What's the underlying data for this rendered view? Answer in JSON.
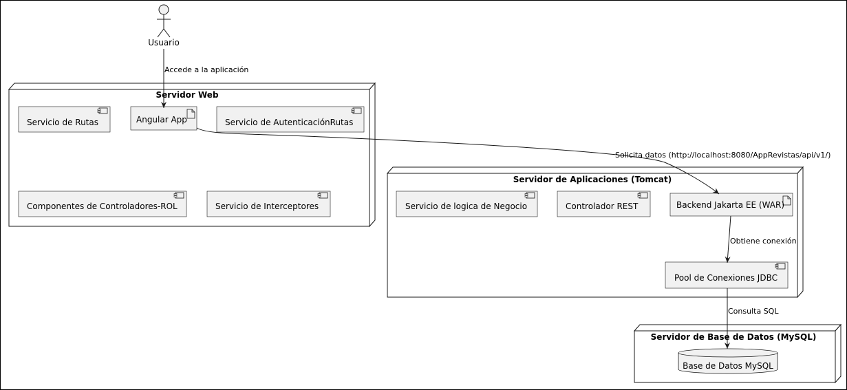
{
  "actor": {
    "label": "Usuario"
  },
  "edges": {
    "access": "Accede a la aplicación",
    "request": "Solicita datos (http://localhost:8080/AppRevistas/api/v1/)",
    "connection": "Obtiene conexión",
    "sql": "Consulta SQL"
  },
  "web_server": {
    "title": "Servidor Web",
    "components": {
      "routes": "Servicio de Rutas",
      "angular": "Angular App",
      "auth": "Servicio de AutenticaciónRutas",
      "controllers": "Componentes de Controladores-ROL",
      "interceptors": "Servicio de Interceptores"
    }
  },
  "app_server": {
    "title": "Servidor de Aplicaciones (Tomcat)",
    "components": {
      "business": "Servicio de logica de Negocio",
      "rest": "Controlador REST",
      "backend": "Backend Jakarta EE (WAR)",
      "pool": "Pool de Conexiones JDBC"
    }
  },
  "db_server": {
    "title": "Servidor de Base de Datos (MySQL)",
    "database": "Base de Datos MySQL"
  }
}
